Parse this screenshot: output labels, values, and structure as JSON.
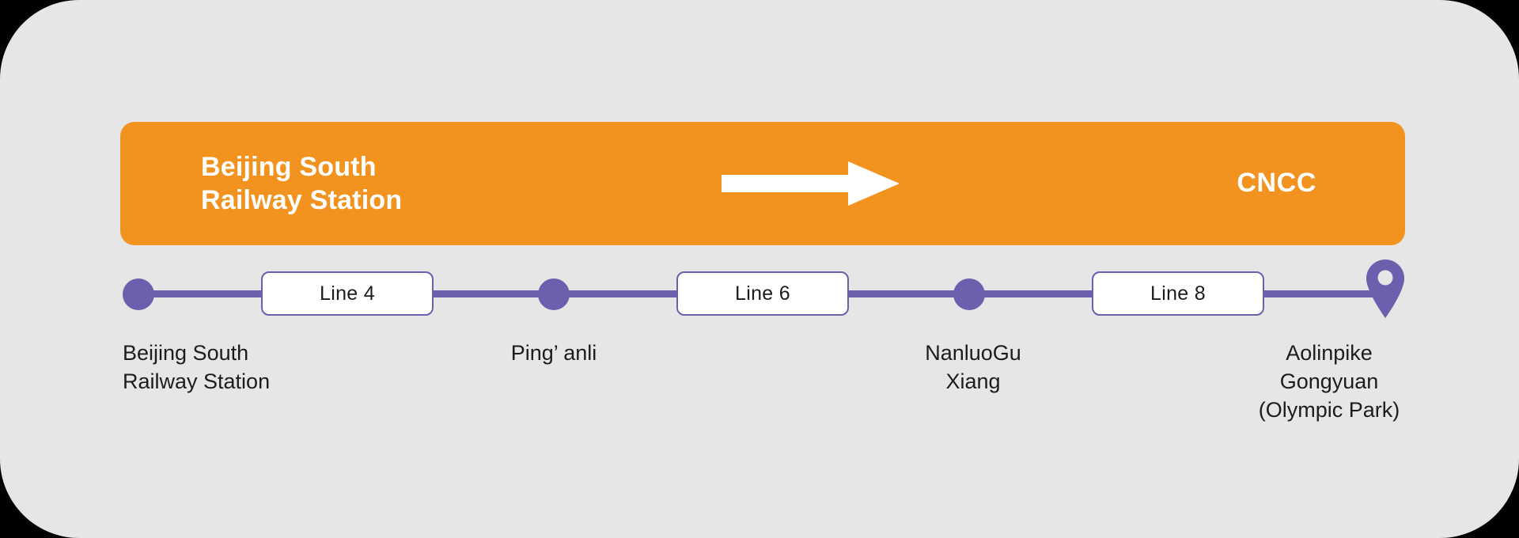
{
  "card": {
    "background_color": "#E6E6E6",
    "outside_color": "#000000"
  },
  "banner": {
    "background_color": "#F3931F",
    "text_color": "#FFFFFF",
    "origin": "Beijing South\nRailway Station",
    "destination": "CNCC",
    "arrow_icon": "arrow-right-icon"
  },
  "route": {
    "line_color": "#6B5FAE",
    "chip_fill": "#FFFFFF",
    "end_marker_icon": "map-pin-icon",
    "stops": [
      {
        "label": "Beijing South\nRailway Station",
        "marker": "dot"
      },
      {
        "label": "Ping’ anli",
        "marker": "dot"
      },
      {
        "label": "NanluoGu\nXiang",
        "marker": "dot"
      },
      {
        "label": "Aolinpike\nGongyuan\n(Olympic Park)",
        "marker": "pin"
      }
    ],
    "segments": [
      {
        "label": "Line 4"
      },
      {
        "label": "Line 6"
      },
      {
        "label": "Line 8"
      }
    ]
  }
}
